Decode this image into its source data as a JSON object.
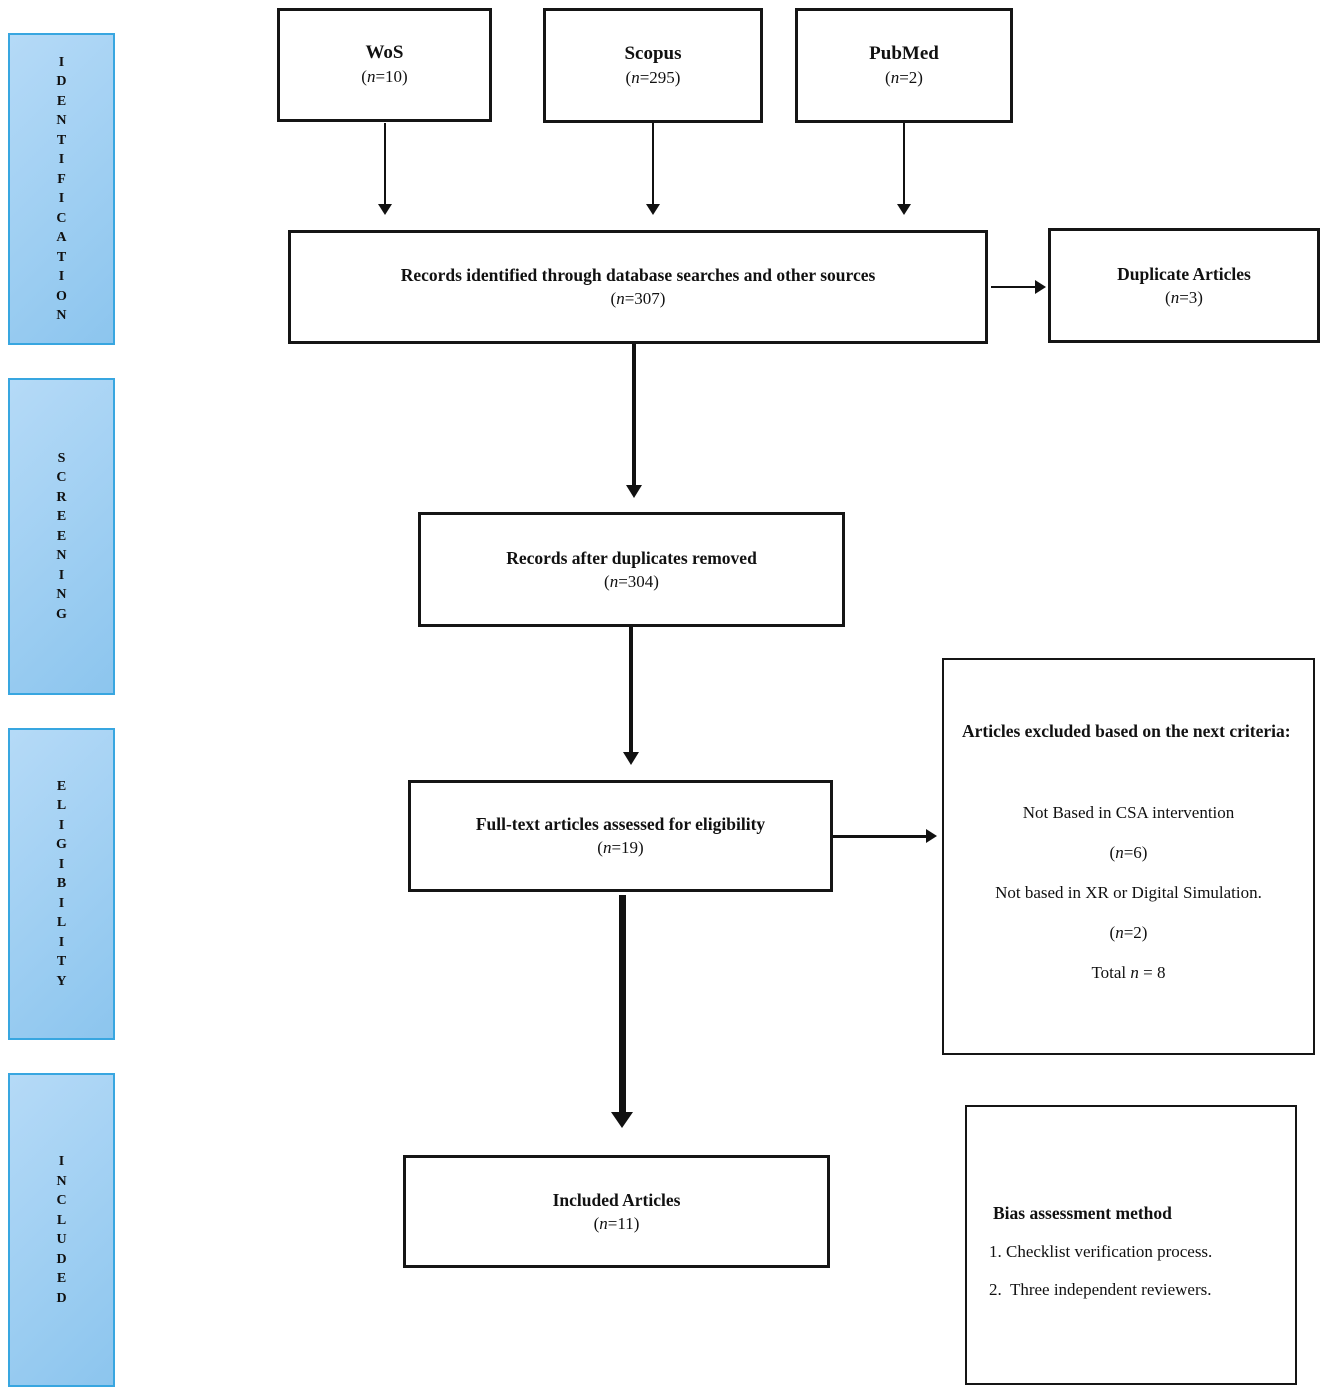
{
  "colors": {
    "stage_fill_light": "#b5daf7",
    "stage_fill_dark": "#8cc5ee",
    "stage_border": "#38a6e0",
    "ink": "#111111"
  },
  "stages": [
    {
      "label": "IDENTIFICATION"
    },
    {
      "label": "SCREENING"
    },
    {
      "label": "ELIGIBILITY"
    },
    {
      "label": "INCLUDED"
    }
  ],
  "boxes": {
    "wos": {
      "title": "WoS",
      "count": {
        "open": "(",
        "var": "n",
        "rest": "=10)"
      }
    },
    "scopus": {
      "title": "Scopus",
      "count": {
        "open": "(",
        "var": "n",
        "rest": "=295)"
      }
    },
    "pubmed": {
      "title": "PubMed",
      "count": {
        "open": "(",
        "var": "n",
        "rest": "=2)"
      }
    },
    "records_identified": {
      "title": "Records identified through database searches and other sources",
      "count": {
        "open": "(",
        "var": "n",
        "rest": "=307)"
      }
    },
    "duplicate_articles": {
      "title": "Duplicate Articles",
      "count": {
        "open": "(",
        "var": "n",
        "rest": "=3)"
      }
    },
    "records_deduped": {
      "title": "Records after duplicates removed",
      "count": {
        "open": "(",
        "var": "n",
        "rest": "=304)"
      }
    },
    "fulltext": {
      "title": "Full-text articles assessed for eligibility",
      "count": {
        "open": "(",
        "var": "n",
        "rest": "=19)"
      }
    },
    "included": {
      "title": "Included Articles",
      "count": {
        "open": "(",
        "var": "n",
        "rest": "=11)"
      }
    }
  },
  "excluded_box": {
    "title": "Articles excluded based on the next criteria:",
    "reason1": "Not Based in CSA intervention",
    "count1": {
      "open": "(",
      "var": "n",
      "rest": "=6)"
    },
    "reason2": "Not based in XR or Digital Simulation.",
    "count2": {
      "open": "(",
      "var": "n",
      "rest": "=2)"
    },
    "total": {
      "prefix": "Total ",
      "var": "n",
      "rest": " = 8"
    }
  },
  "bias_box": {
    "title": "Bias assessment method",
    "items": [
      "1. Checklist verification process.",
      "2.  Three independent reviewers."
    ]
  }
}
